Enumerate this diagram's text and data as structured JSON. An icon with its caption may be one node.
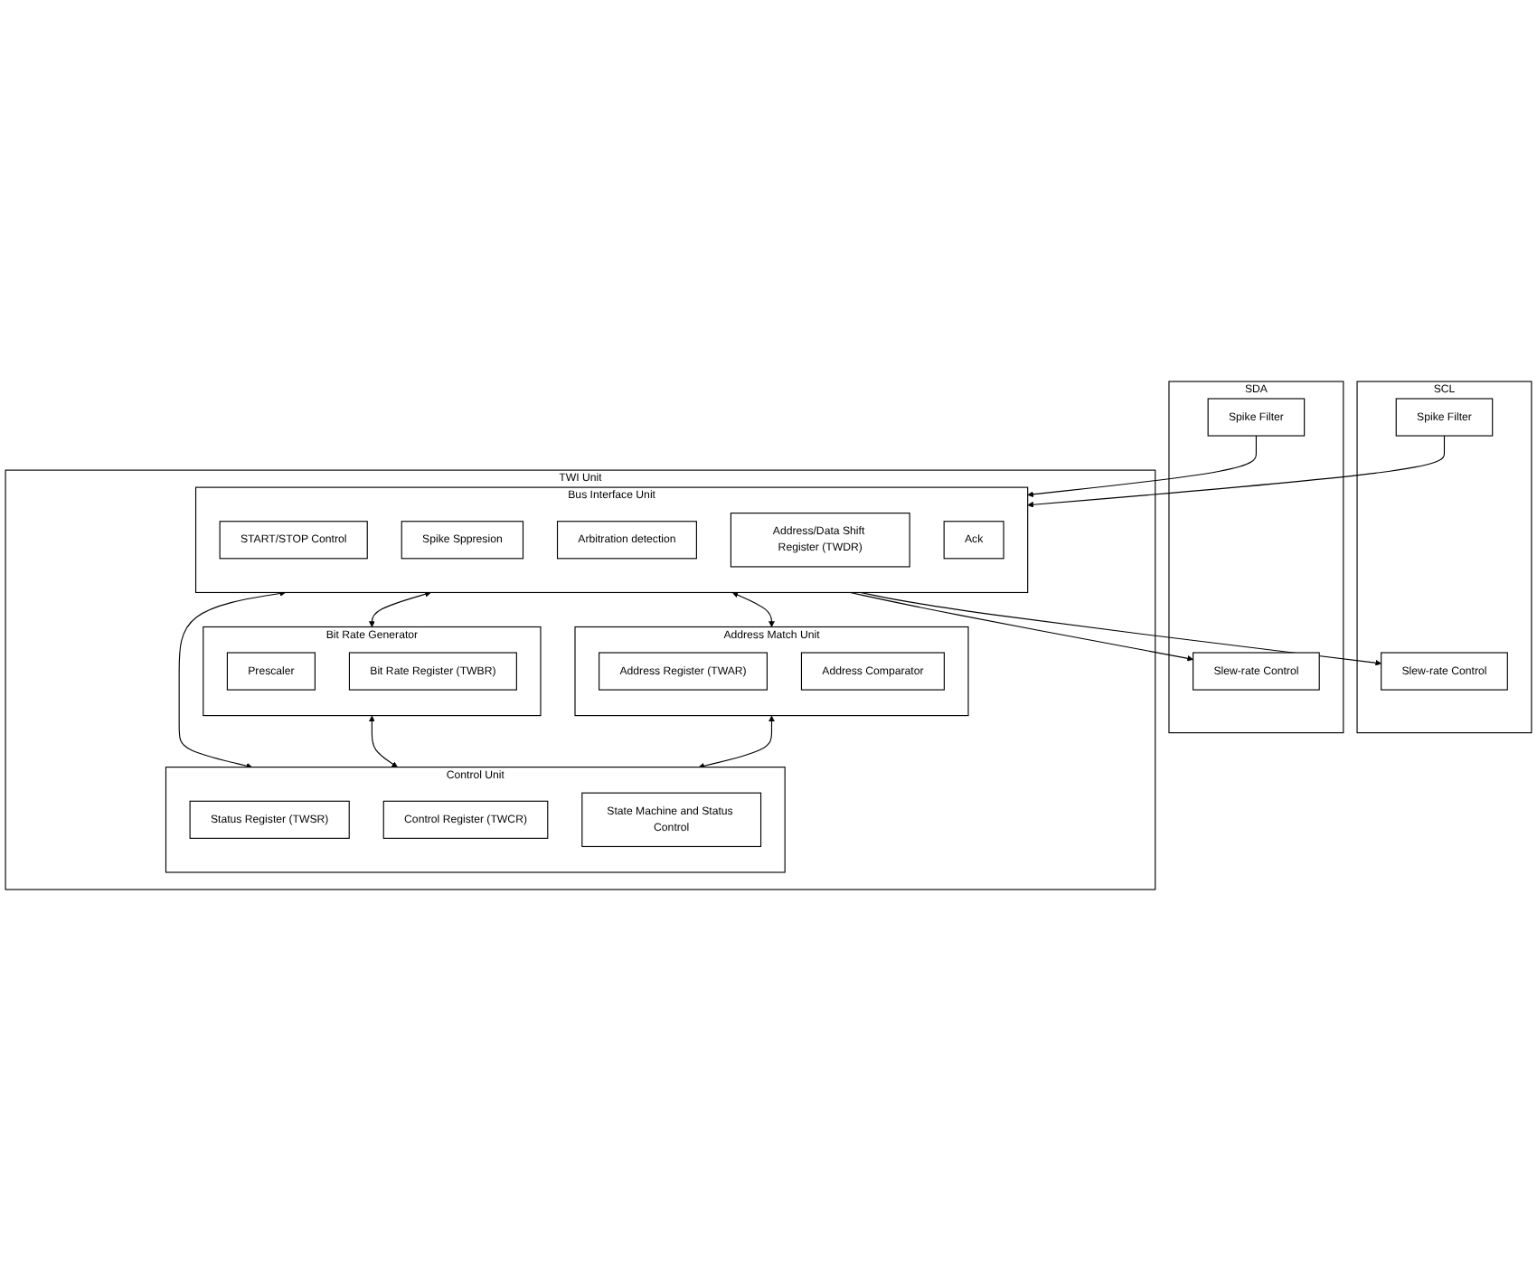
{
  "diagram": {
    "nodes": [
      {
        "text": [
          "SCL"
        ]
      },
      {
        "text": [
          "Slew-rate Control"
        ],
        "in": 0
      },
      {
        "text": [
          "Spike Filter"
        ],
        "in": 0
      },
      {
        "text": [
          "SDA"
        ]
      },
      {
        "text": [
          "Slew-rate Control"
        ],
        "in": 3
      },
      {
        "text": [
          "Spike Filter"
        ],
        "in": 3
      },
      {
        "text": [
          "TWI Unit"
        ]
      },
      {
        "text": [
          "Bus Interface Unit"
        ],
        "in": 6
      },
      {
        "text": [
          "START/STOP Control"
        ],
        "in": 7
      },
      {
        "text": [
          "Spike Sppresion"
        ],
        "in": 7
      },
      {
        "text": [
          "Arbitration detection"
        ],
        "in": 7
      },
      {
        "text": [
          "Address/Data Shift Register (TWDR)"
        ],
        "in": 7
      },
      {
        "text": [
          "Ack"
        ],
        "in": 7
      },
      {
        "text": [
          "Bit Rate Generator"
        ],
        "in": 6
      },
      {
        "text": [
          "Prescaler"
        ],
        "in": 13
      },
      {
        "text": [
          "Bit Rate Register (TWBR)"
        ],
        "in": 13
      },
      {
        "text": [
          "Address Match Unit"
        ],
        "in": 6
      },
      {
        "text": [
          "Address Register (TWAR)"
        ],
        "in": 16
      },
      {
        "text": [
          "Address Comparator"
        ],
        "in": 16
      },
      {
        "text": [
          "Control Unit"
        ],
        "in": 6
      },
      {
        "text": [
          "Status Register (TWSR)"
        ],
        "in": 19
      },
      {
        "text": [
          "Control Register (TWCR)"
        ],
        "in": 19
      },
      {
        "text": [
          "State Machine and Status Control"
        ],
        "in": 19
      }
    ],
    "edges": [
      {
        "from": 7,
        "to": 1,
        "arrow": "to"
      },
      {
        "from": 2,
        "to": 7,
        "arrow": "to"
      },
      {
        "from": 7,
        "to": 4,
        "arrow": "to"
      },
      {
        "from": 5,
        "to": 7,
        "arrow": "to"
      },
      {
        "from": 7,
        "to": 13,
        "arrow": "both"
      },
      {
        "from": 7,
        "to": 16,
        "arrow": "both"
      },
      {
        "from": 7,
        "to": 19,
        "arrow": "both"
      },
      {
        "from": 13,
        "to": 19,
        "arrow": "both"
      },
      {
        "from": 16,
        "to": 19,
        "arrow": "both"
      }
    ]
  }
}
